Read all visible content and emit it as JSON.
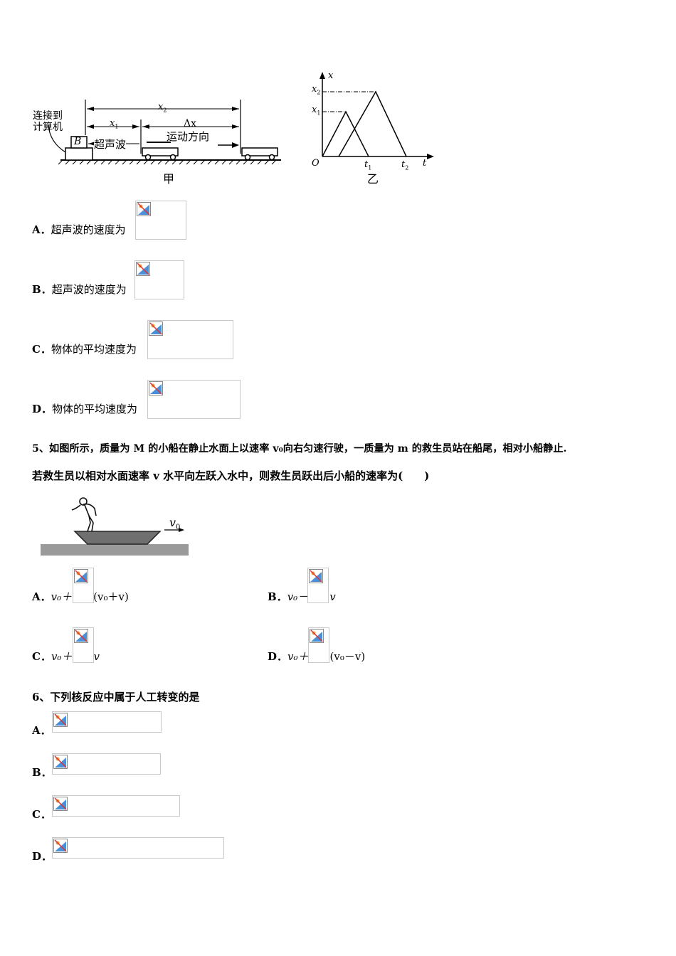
{
  "fig_top": {
    "left": {
      "connect_label_1": "连接到",
      "connect_label_2": "计算机",
      "box_label": "B",
      "x1_label": "x",
      "x1_sub": "1",
      "x2_label": "x",
      "x2_sub": "2",
      "dx_label": "Δx",
      "wave_label": "超声波",
      "motion_label": "运动方向",
      "caption": "甲"
    },
    "right": {
      "x_axis": "x",
      "t_axis": "t",
      "origin": "O",
      "x1": "x",
      "x1_sub": "1",
      "x2": "x",
      "x2_sub": "2",
      "t1": "t",
      "t1_sub": "1",
      "t2": "t",
      "t2_sub": "2",
      "caption": "乙"
    }
  },
  "q4_options": [
    {
      "letter": "A．",
      "text": "超声波的速度为"
    },
    {
      "letter": "B．",
      "text": "超声波的速度为"
    },
    {
      "letter": "C．",
      "text": "物体的平均速度为"
    },
    {
      "letter": "D．",
      "text": "物体的平均速度为"
    }
  ],
  "q5": {
    "line1": "5、如图所示，质量为 M 的小船在静止水面上以速率 v₀向右匀速行驶，一质量为 m 的救生员站在船尾，相对小船静止.",
    "line2": "若救生员以相对水面速率 v 水平向左跃入水中，则救生员跃出后小船的速率为(　　)",
    "v0_label": "v",
    "v0_sub": "0",
    "options": [
      {
        "letter": "A．",
        "pre": "v₀＋",
        "post": "(v₀＋v)"
      },
      {
        "letter": "B．",
        "pre": "v₀－",
        "post": "v"
      },
      {
        "letter": "C．",
        "pre": "v₀＋",
        "post": "v"
      },
      {
        "letter": "D．",
        "pre": "v₀＋",
        "post": "(v₀－v)"
      }
    ]
  },
  "q6": {
    "stem": "6、下列核反应中属于人工转变的是",
    "options": [
      {
        "letter": "A．"
      },
      {
        "letter": "B．"
      },
      {
        "letter": "C．"
      },
      {
        "letter": "D．"
      }
    ]
  }
}
